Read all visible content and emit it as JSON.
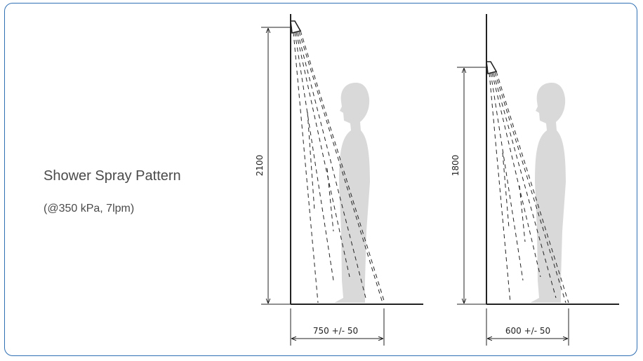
{
  "title": "Shower Spray Pattern",
  "subtitle": "(@350 kPa, 7lpm)",
  "diagrams": [
    {
      "height_label": "2100",
      "width_label": "750 +/- 50"
    },
    {
      "height_label": "1800",
      "width_label": "600 +/- 50"
    }
  ],
  "colors": {
    "border": "#2f6fb3",
    "figure": "#d9d9d9",
    "line": "#222222",
    "text": "#4a4a4a"
  }
}
